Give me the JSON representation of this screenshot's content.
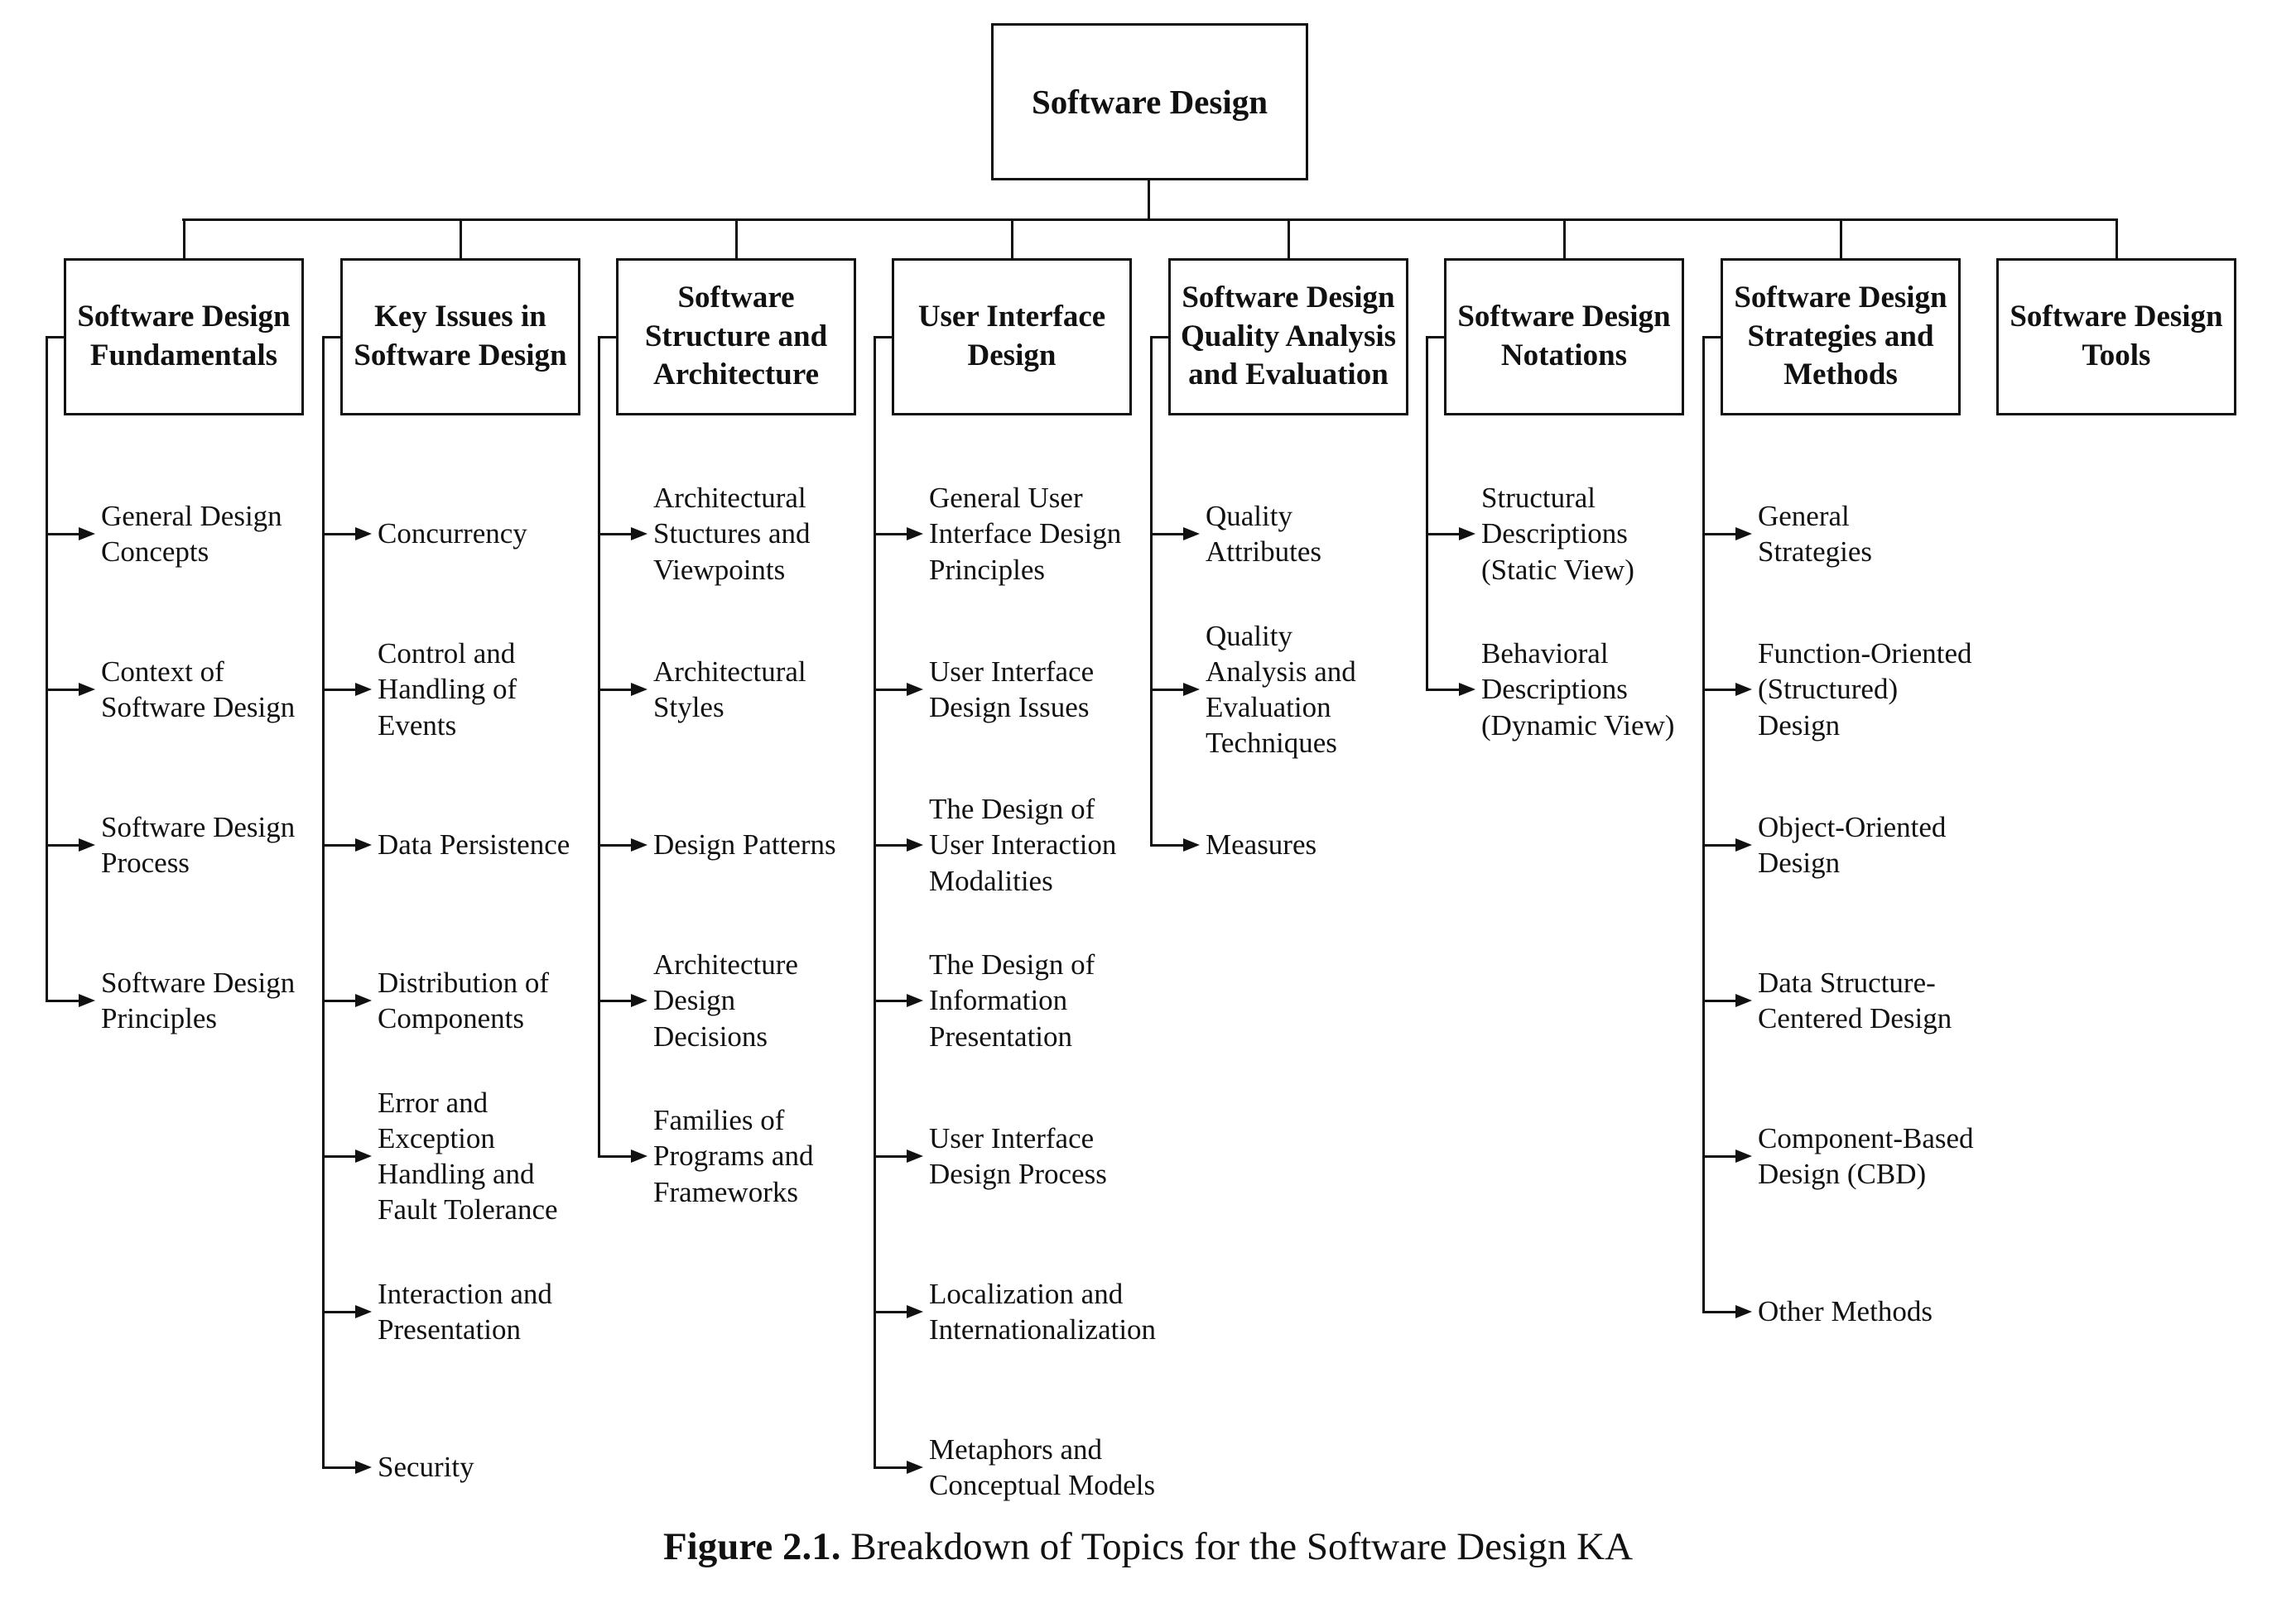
{
  "figure": {
    "root": "Software Design",
    "caption_label": "Figure 2.1.",
    "caption_text": " Breakdown of Topics for the Software Design KA",
    "ink_color": "#111111",
    "background_color": "#ffffff"
  },
  "columns": [
    {
      "title": "Software Design\nFundamentals",
      "items": [
        "General Design\nConcepts",
        "Context of\nSoftware Design",
        "Software Design\nProcess",
        "Software Design\nPrinciples"
      ]
    },
    {
      "title": "Key Issues in\nSoftware Design",
      "items": [
        "Concurrency",
        "Control and\nHandling of\nEvents",
        "Data Persistence",
        "Distribution of\nComponents",
        "Error and\nException\nHandling and\nFault Tolerance",
        "Interaction and\nPresentation",
        "Security"
      ]
    },
    {
      "title": "Software\nStructure and\nArchitecture",
      "items": [
        "Architectural\nStuctures and\nViewpoints",
        "Architectural\nStyles",
        "Design Patterns",
        "Architecture\nDesign\nDecisions",
        "Families of\nPrograms and\nFrameworks"
      ]
    },
    {
      "title": "User Interface\nDesign",
      "items": [
        "General User\nInterface Design\nPrinciples",
        "User Interface\nDesign Issues",
        "The Design of\nUser Interaction\nModalities",
        "The Design of\nInformation\nPresentation",
        "User Interface\nDesign Process",
        "Localization and\nInternationalization",
        "Metaphors and\nConceptual Models"
      ]
    },
    {
      "title": "Software Design\nQuality Analysis\nand Evaluation",
      "items": [
        "Quality\nAttributes",
        "Quality\nAnalysis and\nEvaluation\nTechniques",
        "Measures"
      ]
    },
    {
      "title": "Software Design\nNotations",
      "items": [
        "Structural\nDescriptions\n(Static View)",
        "Behavioral\nDescriptions\n(Dynamic View)"
      ]
    },
    {
      "title": "Software Design\nStrategies and\nMethods",
      "items": [
        "General\nStrategies",
        "Function-Oriented\n(Structured)\nDesign",
        "Object-Oriented\nDesign",
        "Data Structure-\nCentered Design",
        "Component-Based\nDesign (CBD)",
        "Other Methods"
      ]
    },
    {
      "title": "Software Design\nTools",
      "items": []
    }
  ]
}
